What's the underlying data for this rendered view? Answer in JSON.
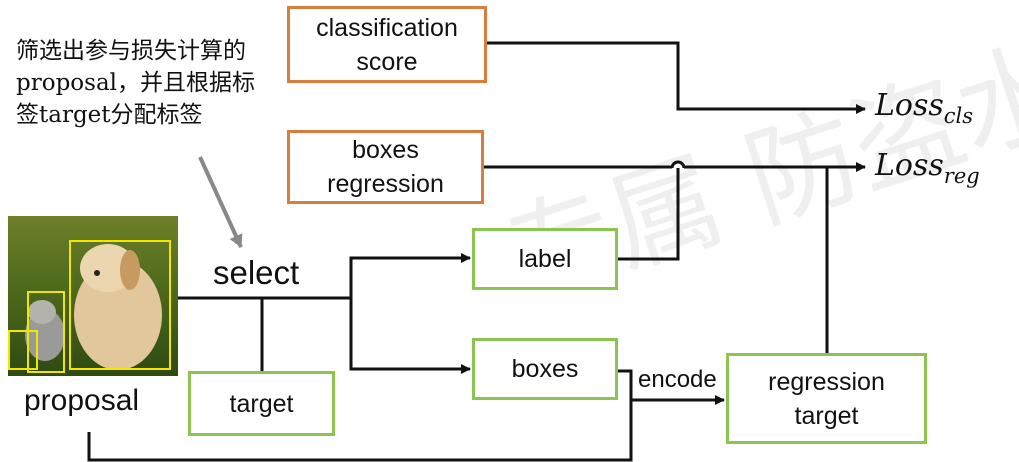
{
  "note_text": "筛选出参与损失计算的proposal，并且根据标签target分配标签",
  "image_label": "proposal",
  "select_label": "select",
  "encode_label": "encode",
  "boxes": {
    "classification_score": "classification\nscore",
    "boxes_regression": "boxes\nregression",
    "label": "label",
    "boxes": "boxes",
    "target": "target",
    "regression_target": "regression\ntarget"
  },
  "losses": {
    "cls": {
      "base": "Loss",
      "sub": "cls"
    },
    "reg": {
      "base": "Loss",
      "sub": "reg"
    }
  },
  "colors": {
    "model_output_border": "#d97d3f",
    "data_border": "#8cc452",
    "arrow": "#111111",
    "note_arrow": "#888888",
    "proposal_bbox": "#f2e600"
  }
}
